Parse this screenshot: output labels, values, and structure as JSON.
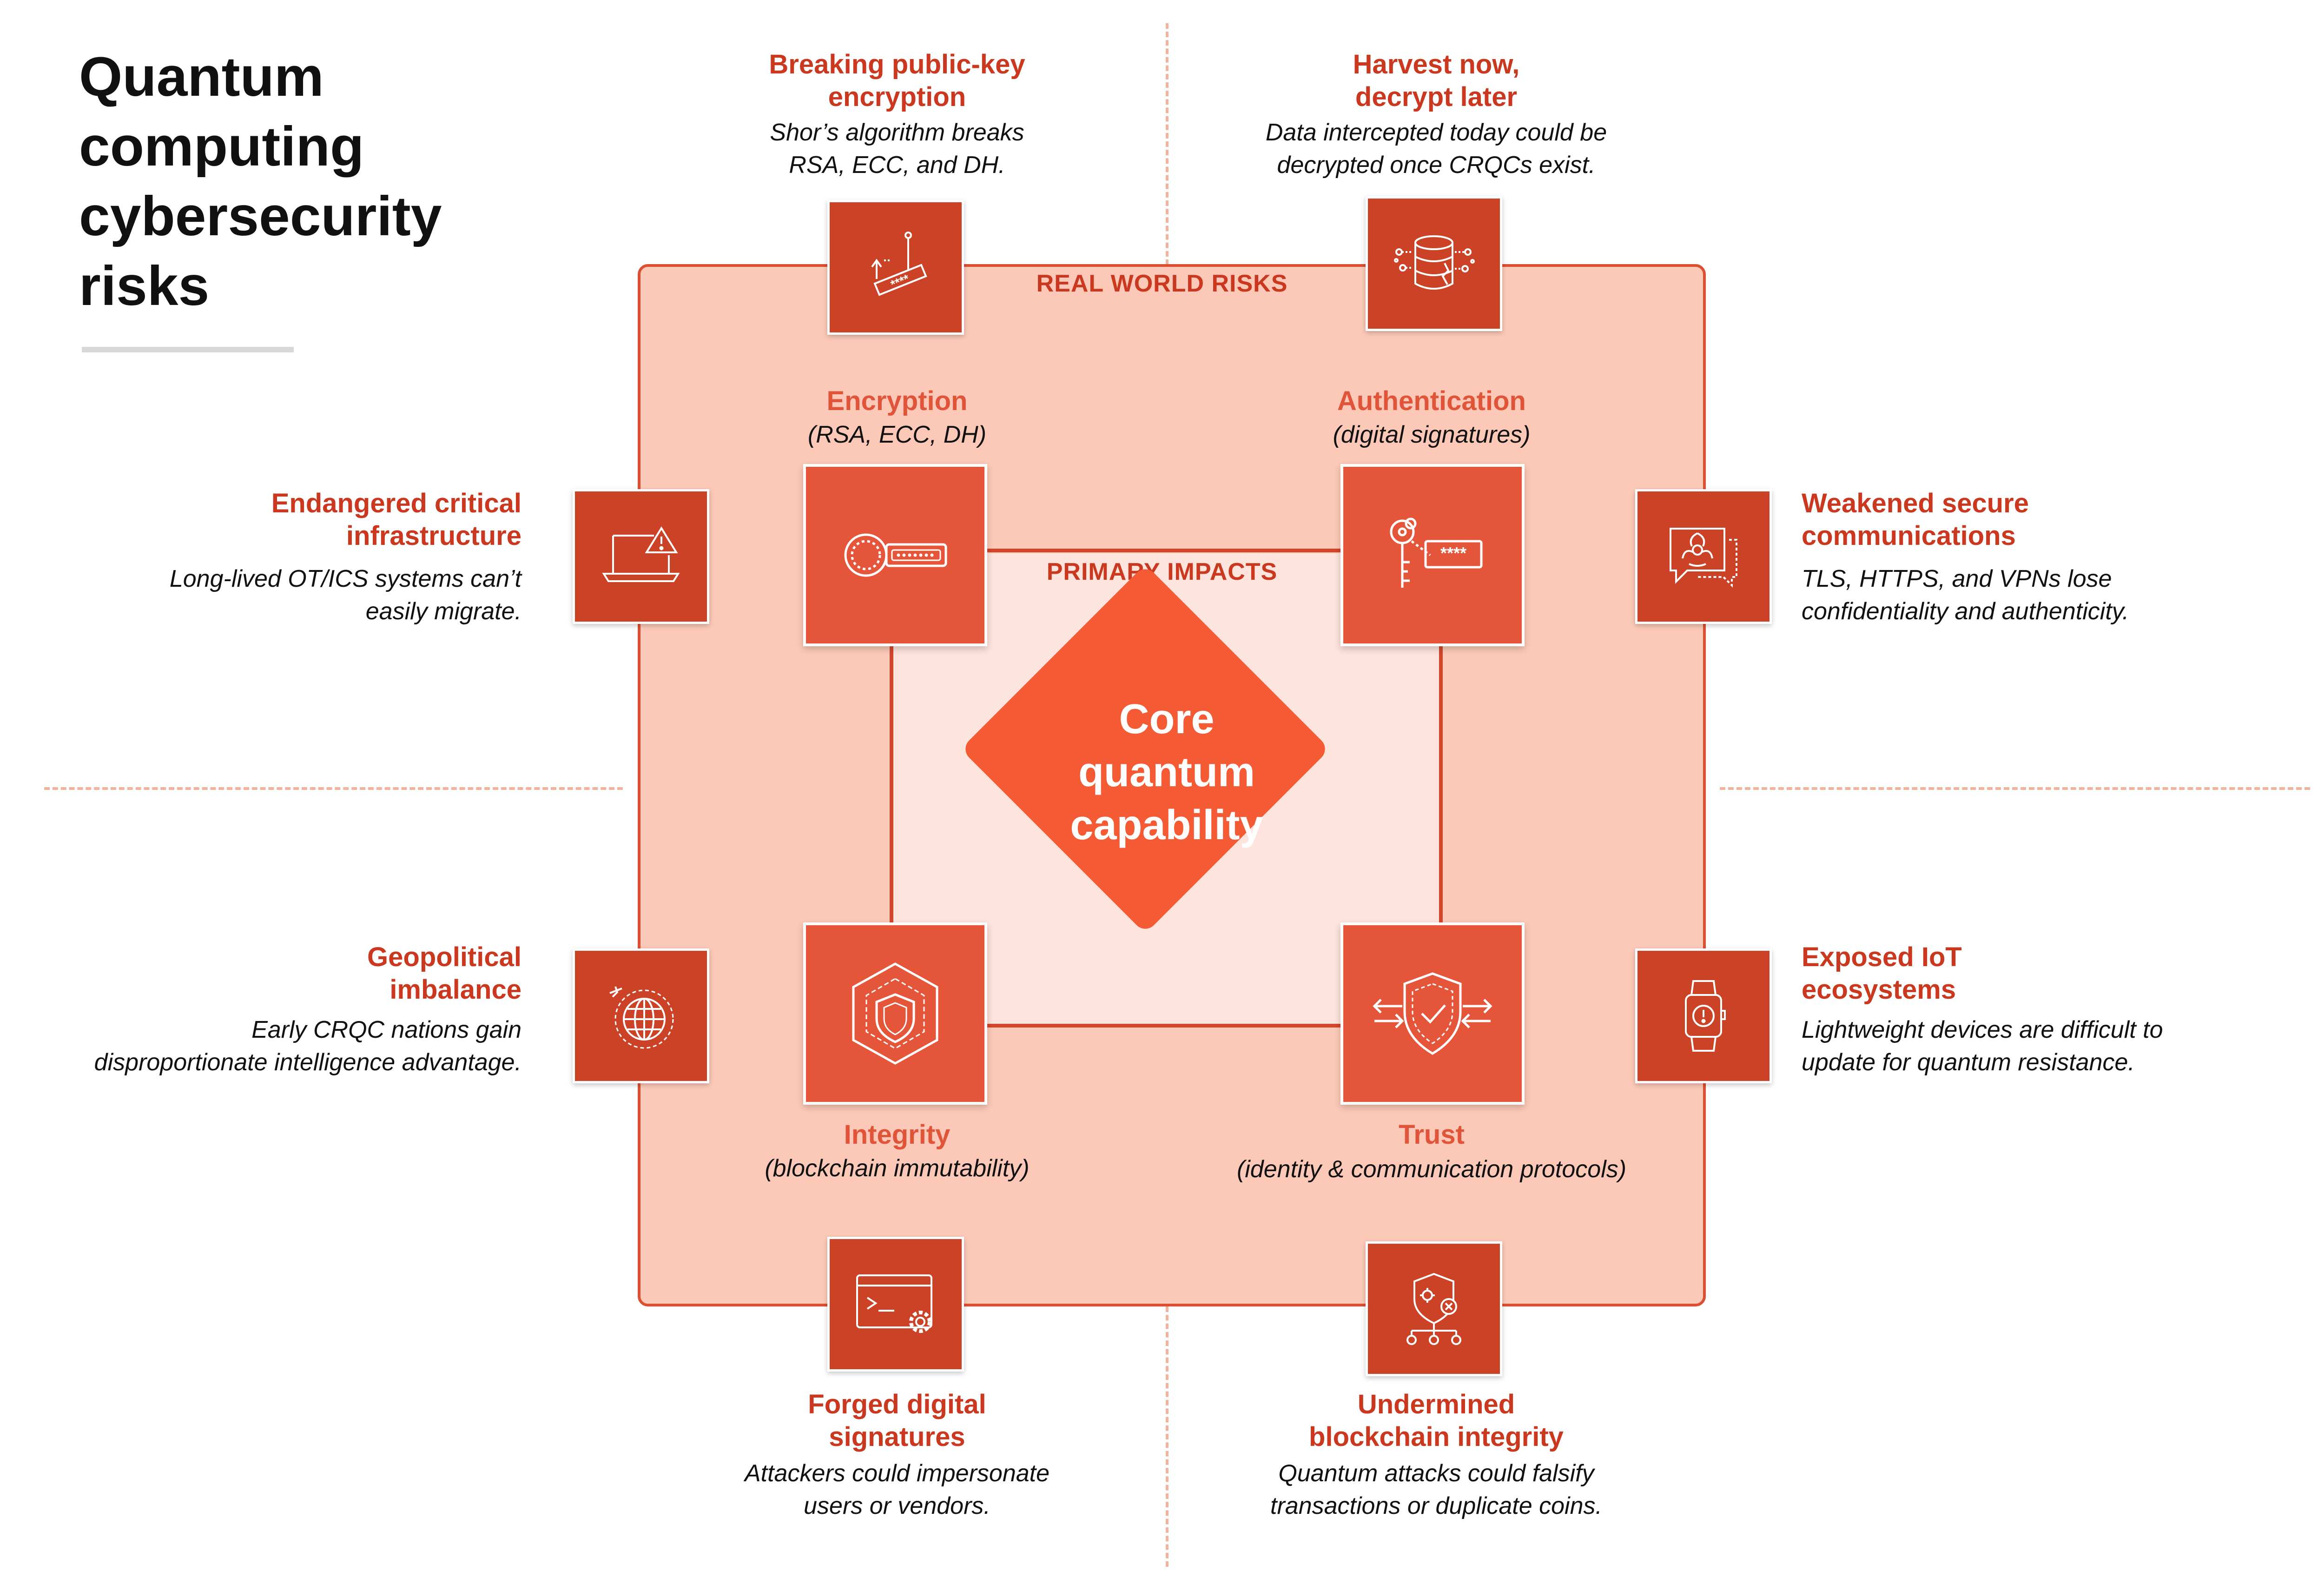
{
  "title": {
    "line1": "Quantum",
    "line2": "computing",
    "line3": "cybersecurity",
    "line4": "risks"
  },
  "labels": {
    "real_world_risks": "REAL WORLD RISKS",
    "primary_impacts": "PRIMARY IMPACTS"
  },
  "core": {
    "line1": "Core",
    "line2": "quantum",
    "line3": "capability"
  },
  "primary_impacts": {
    "encryption": {
      "title": "Encryption",
      "subtitle": "(RSA, ECC, DH)",
      "icon": "key-card-icon"
    },
    "authentication": {
      "title": "Authentication",
      "subtitle": "(digital signatures)",
      "icon": "key-password-icon"
    },
    "integrity": {
      "title": "Integrity",
      "subtitle": "(blockchain immutability)",
      "icon": "shield-hexagon-icon"
    },
    "trust": {
      "title": "Trust",
      "subtitle": "(identity & communication protocols)",
      "icon": "shield-check-arrows-icon"
    }
  },
  "risks": {
    "breaking": {
      "title_line1": "Breaking public-key",
      "title_line2": "encryption",
      "desc_line1": "Shor’s algorithm breaks",
      "desc_line2": "RSA, ECC, and DH.",
      "icon": "password-cursor-icon"
    },
    "harvest": {
      "title_line1": "Harvest now,",
      "title_line2": "decrypt later",
      "desc_line1": "Data intercepted today could be",
      "desc_line2": "decrypted once CRQCs exist.",
      "icon": "database-broken-icon"
    },
    "infrastructure": {
      "title_line1": "Endangered critical",
      "title_line2": "infrastructure",
      "desc_line1": "Long-lived OT/ICS systems can’t",
      "desc_line2": "easily migrate.",
      "icon": "laptop-warning-icon"
    },
    "communications": {
      "title_line1": "Weakened secure",
      "title_line2": "communications",
      "desc_line1": "TLS, HTTPS, and VPNs lose",
      "desc_line2": "confidentiality and authenticity.",
      "icon": "chat-biohazard-icon"
    },
    "geopolitical": {
      "title_line1": "Geopolitical",
      "title_line2": "imbalance",
      "desc_line1": "Early CRQC nations gain",
      "desc_line2": "disproportionate intelligence advantage.",
      "icon": "globe-plane-icon"
    },
    "iot": {
      "title_line1": "Exposed IoT",
      "title_line2": "ecosystems",
      "desc_line1": "Lightweight devices are difficult to",
      "desc_line2": "update for quantum resistance.",
      "icon": "smartwatch-alert-icon"
    },
    "forged": {
      "title_line1": "Forged digital",
      "title_line2": "signatures",
      "desc_line1": "Attackers could impersonate",
      "desc_line2": "users or vendors.",
      "icon": "terminal-gear-icon"
    },
    "blockchain": {
      "title_line1": "Undermined",
      "title_line2": "blockchain integrity",
      "desc_line1": "Quantum attacks could falsify",
      "desc_line2": "transactions or duplicate coins.",
      "icon": "shield-virus-nodes-icon"
    }
  },
  "colors": {
    "risk_heading": "#c9381f",
    "impact_heading": "#e0553a",
    "outer_fill": "#fcc9b8",
    "inner_fill": "#fde4dc",
    "core_fill": "#f45a34",
    "tile_dark": "#cc4226",
    "tile_primary": "#e4553a"
  }
}
